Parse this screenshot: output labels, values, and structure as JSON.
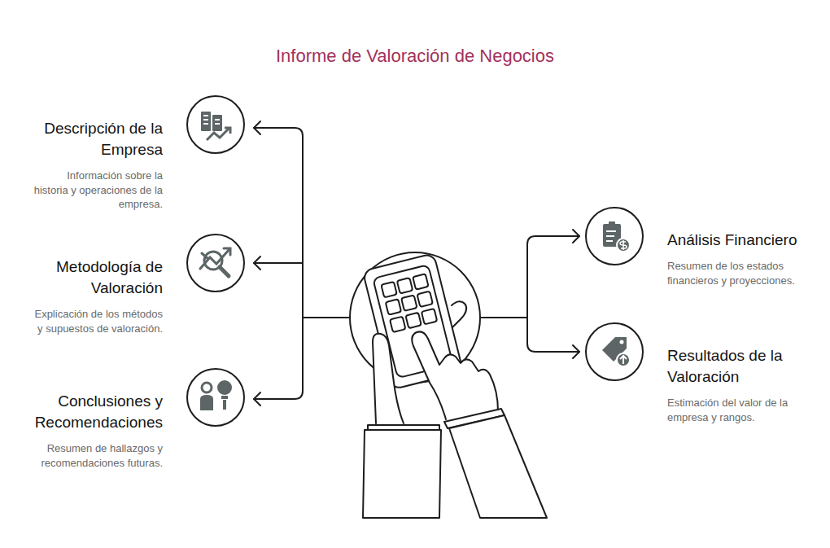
{
  "diagram": {
    "title": "Informe de Valoración de Negocios",
    "nodes": [
      {
        "text": [
          "Descripción de la Empresa",
          "Información sobre la historia y operaciones de la empresa."
        ]
      },
      {
        "text": [
          "Metodología de Valoración",
          "Explicación de los métodos y supuestos de valoración."
        ]
      },
      {
        "text": [
          "Conclusiones y Recomendaciones",
          "Resumen de hallazgos y recomendaciones futuras."
        ]
      },
      {
        "text": [
          "Análisis Financiero",
          "Resumen de los estados financieros y proyecciones."
        ]
      },
      {
        "text": [
          "Resultados de la Valoración",
          "Estimación del valor de la empresa y rangos."
        ]
      }
    ]
  }
}
